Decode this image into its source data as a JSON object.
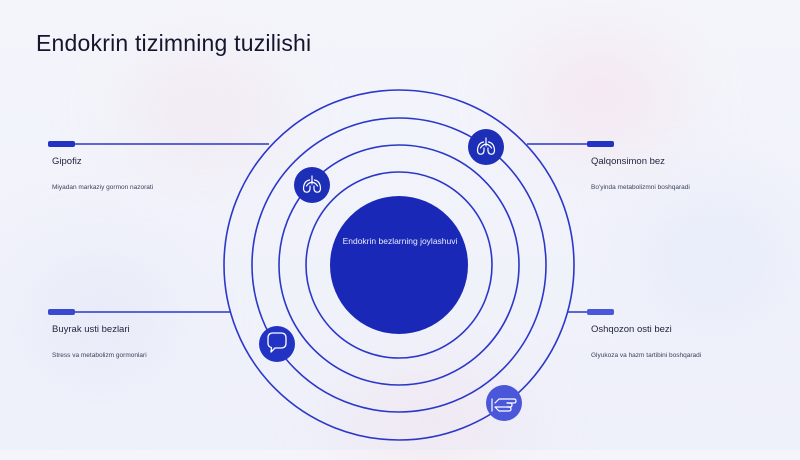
{
  "title": "Endokrin tizimning tuzilishi",
  "center": {
    "label": "Endokrin bezlarning joylashuvi"
  },
  "items": [
    {
      "title": "Gipofiz",
      "subtitle": "Miyadan markaziy gormon nazorati",
      "icon": "lungs-icon"
    },
    {
      "title": "Qalqonsimon bez",
      "subtitle": "Bo'yinda metabolizmni boshqaradi",
      "icon": "lungs-icon"
    },
    {
      "title": "Buyrak usti bezlari",
      "subtitle": "Stress va metabolizm gormonlari",
      "icon": "speech-bubble-icon"
    },
    {
      "title": "Oshqozon osti bezi",
      "subtitle": "Glyukoza va hazm tartibini boshqaradi",
      "icon": "hand-pointer-icon"
    }
  ],
  "colors": {
    "accent": "#2233c4",
    "center_circle": "#1a28b8",
    "icon_circle_dark": "#1d2fb6",
    "icon_circle_light": "#4a57d8",
    "ring_stroke": "#2b37c8"
  }
}
